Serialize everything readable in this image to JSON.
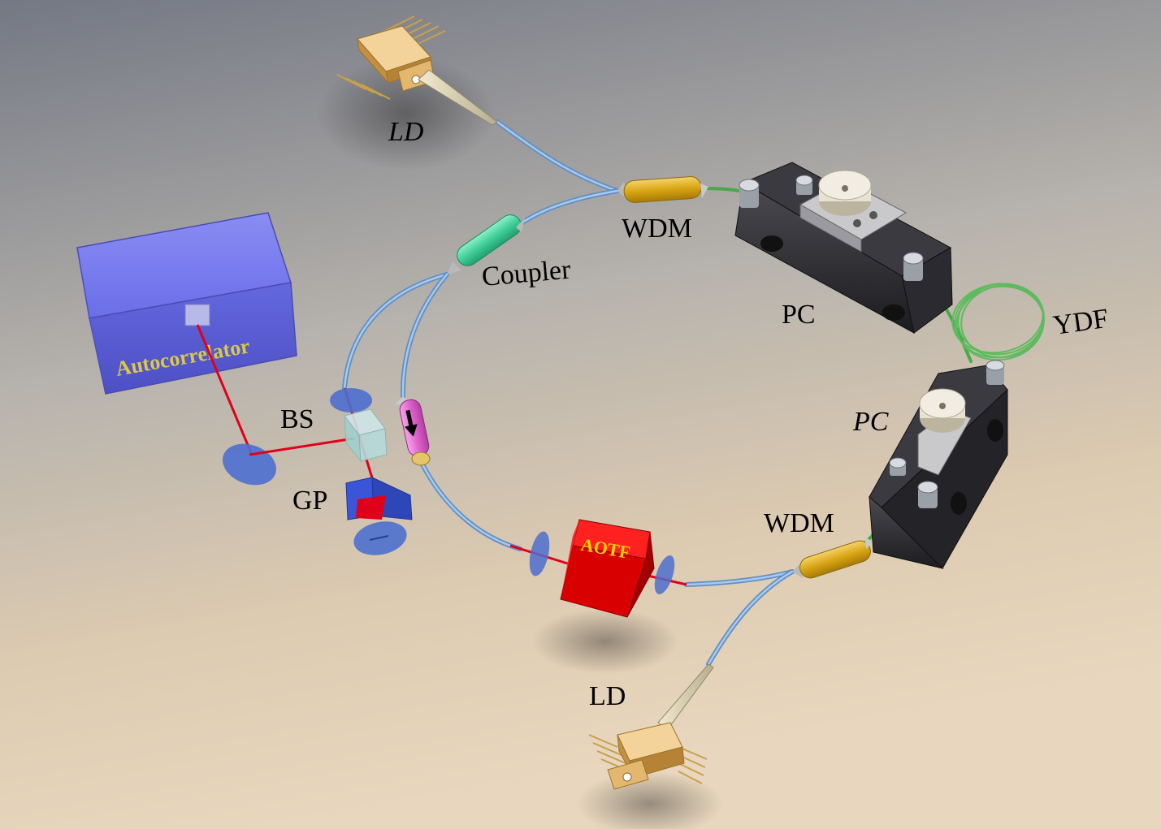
{
  "labels": {
    "ld_top": "LD",
    "wdm_top": "WDM",
    "coupler": "Coupler",
    "pc_top": "PC",
    "ydf": "YDF",
    "pc_right": "PC",
    "wdm_right": "WDM",
    "ld_bottom": "LD",
    "bs": "BS",
    "gp": "GP",
    "aotf": "AOTF",
    "autocorrelator": "Autocorrelator"
  },
  "colors": {
    "background_top": "#767a86",
    "background_bottom": "#e6d5bd",
    "fiber": "#7aa7d6",
    "gain_fiber": "#5dbb5d",
    "laser_beam": "#e0001a",
    "autocorrelator_box": "#6b6fe6",
    "autocorrelator_text": "#d9c84a",
    "aotf_box": "#e01010",
    "aotf_text": "#f4d400",
    "wdm": "#e0b41c",
    "coupler": "#45d6a0",
    "isolator": "#e36fd2",
    "pc_body": "#2a2a2e",
    "laser_diode": "#e9c07a",
    "optics": "#4d6fcf"
  }
}
